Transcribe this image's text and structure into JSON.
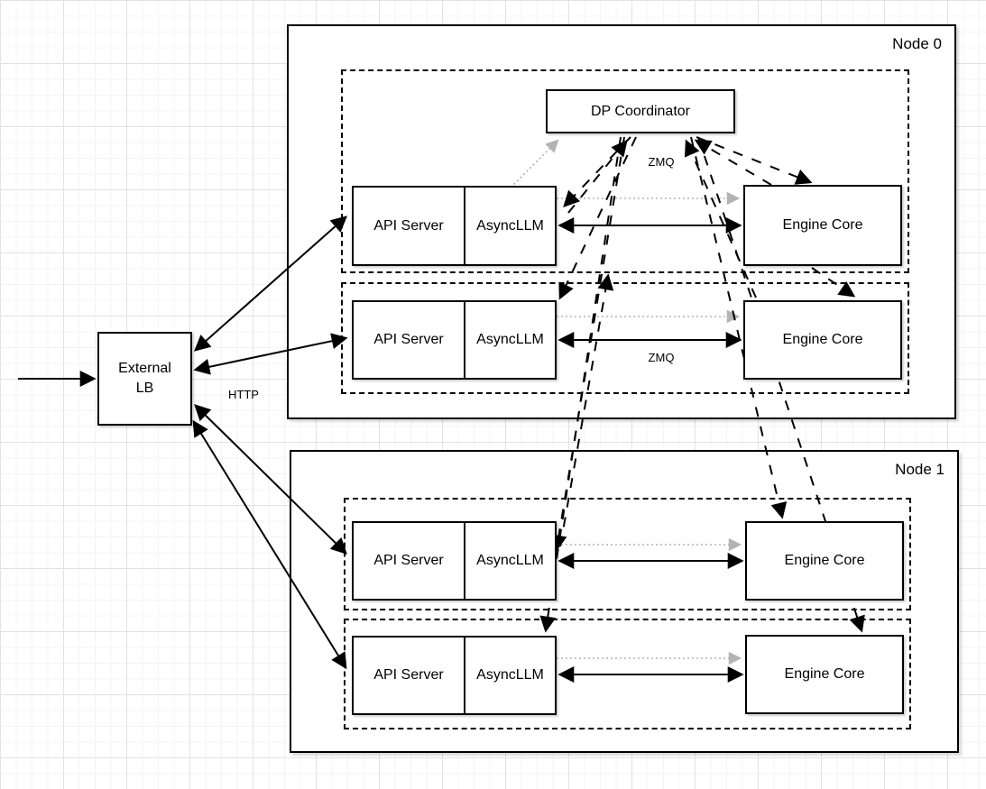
{
  "diagram_type": "architecture-diagram",
  "lb": {
    "label_line1": "External",
    "label_line2": "LB"
  },
  "dp_coordinator": {
    "label": "DP Coordinator"
  },
  "edge_labels": {
    "http": "HTTP",
    "zmq_row1": "ZMQ",
    "zmq_row2": "ZMQ"
  },
  "nodes": [
    {
      "label": "Node 0",
      "rows": [
        {
          "api_server": "API Server",
          "async_llm": "AsyncLLM",
          "engine_core": "Engine Core"
        },
        {
          "api_server": "API Server",
          "async_llm": "AsyncLLM",
          "engine_core": "Engine Core"
        }
      ]
    },
    {
      "label": "Node 1",
      "rows": [
        {
          "api_server": "API Server",
          "async_llm": "AsyncLLM",
          "engine_core": "Engine Core"
        },
        {
          "api_server": "API Server",
          "async_llm": "AsyncLLM",
          "engine_core": "Engine Core"
        }
      ]
    }
  ],
  "arrow_semantics": {
    "solid_double": "request/response between External LB, API servers and engine cores",
    "dashed": "ZMQ coordination between DP Coordinator, AsyncLLM and Engine Cores",
    "dotted_gray": "startup handshake from AsyncLLM"
  },
  "colors": {
    "line": "#000000",
    "dotted_arrow": "#b3b3b3",
    "box_border": "#000000",
    "box_fill": "#ffffff",
    "background": "#ffffff",
    "grid_minor": "#f4f4f4",
    "grid_major": "#e2e2e2"
  }
}
